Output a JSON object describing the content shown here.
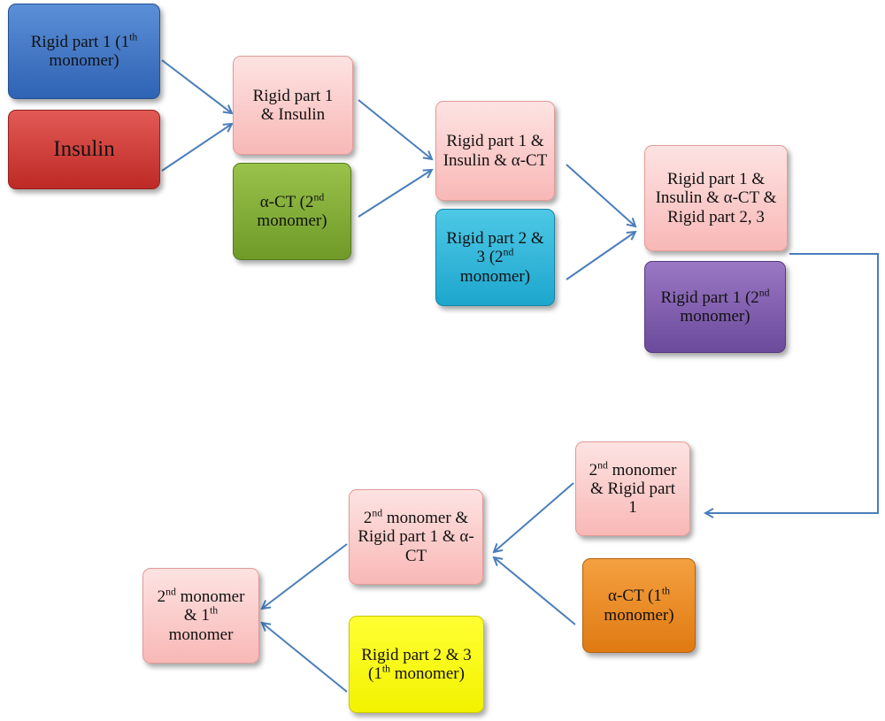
{
  "diagram": {
    "nodes": {
      "rigid1_first": {
        "a": "Rigid part 1 (1",
        "sup": "th",
        "b": " monomer)"
      },
      "insulin": {
        "a": "Insulin",
        "sup": "",
        "b": ""
      },
      "rigid1_insulin": {
        "a": "Rigid part 1 & Insulin",
        "sup": "",
        "b": ""
      },
      "act_second": {
        "a": "α-CT (2",
        "sup": "nd",
        "b": " monomer)"
      },
      "rigid1_insulin_act": {
        "a": "Rigid part 1 & Insulin & α-CT",
        "sup": "",
        "b": ""
      },
      "rigid23_second": {
        "a": "Rigid part 2 & 3 (2",
        "sup": "nd",
        "b": " monomer)"
      },
      "rigid1_insulin_act_rigid23": {
        "a": "Rigid part 1 & Insulin & α-CT & Rigid part 2, 3",
        "sup": "",
        "b": ""
      },
      "rigid1_second": {
        "a": "Rigid part 1 (2",
        "sup": "nd",
        "b": " monomer)"
      },
      "second_rigid1": {
        "a": "2",
        "sup": "nd",
        "b": " monomer & Rigid part 1"
      },
      "second_rigid1_act": {
        "a": "2",
        "sup": "nd",
        "b": " monomer & Rigid part 1 & α-CT"
      },
      "act_first": {
        "a": "α-CT (1",
        "sup": "th",
        "b": " monomer)"
      },
      "second_first": {
        "a": "2",
        "sup": "nd",
        "b": " monomer & 1",
        "sup2": "th",
        "c": " monomer"
      },
      "rigid23_first": {
        "a": "Rigid part 2 & 3 (1",
        "sup": "th",
        "b": " monomer)"
      }
    },
    "colors": {
      "arrow": "#4a7ebb",
      "pink": "#f8b8b6",
      "blue": "#2f63b4",
      "red": "#be2a26",
      "green": "#6f9a28",
      "cyan": "#1da6cd",
      "purple": "#6c4a9c",
      "orange": "#e07a12",
      "yellow": "#f2f200"
    }
  }
}
